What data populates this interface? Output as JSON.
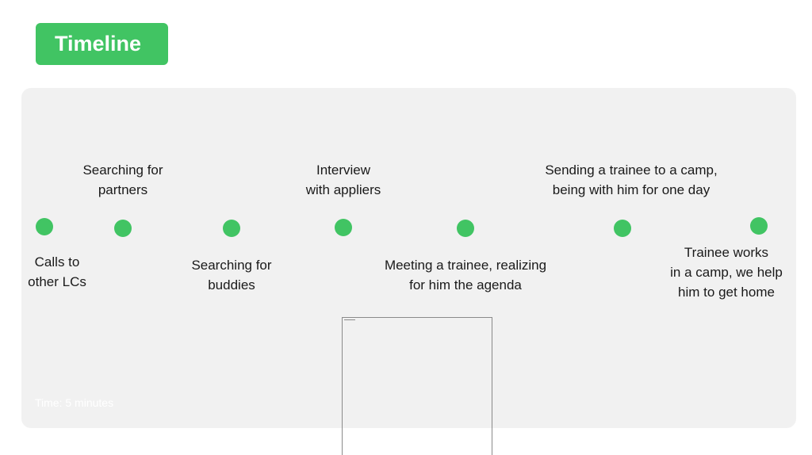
{
  "title": "Timeline",
  "colors": {
    "accent": "#41c463",
    "panel": "#f1f1f1",
    "text": "#1a1a1a"
  },
  "timeline": {
    "steps": [
      {
        "label": "Calls to\nother LCs"
      },
      {
        "label": "Searching for\npartners"
      },
      {
        "label": "Searching for\nbuddies"
      },
      {
        "label": "Interview\nwith appliers"
      },
      {
        "label": "Meeting a trainee, realizing\nfor him the agenda"
      },
      {
        "label": "Sending a trainee to a camp,\nbeing with him for one day"
      },
      {
        "label": "Trainee works\nin a camp, we help\nhim to get home"
      }
    ]
  },
  "footer": {
    "time_note": "Time: 5 minutes"
  }
}
